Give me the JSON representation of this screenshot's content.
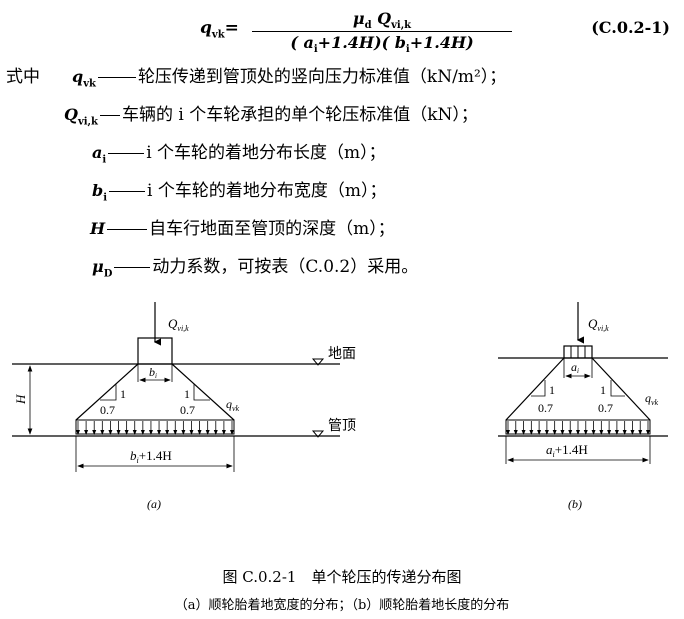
{
  "formula": {
    "lhs": "q",
    "lhs_sub": "vk",
    "equals": "=",
    "numerator": "μ",
    "numerator_sub": "d",
    "numerator2": "Q",
    "numerator2_sub": "vi,k",
    "denominator": "( a",
    "den_sub1": "i",
    "den_mid": "+1.4H)( b",
    "den_sub2": "i",
    "den_end": "+1.4H)",
    "equation_number": "(C.0.2-1)"
  },
  "definitions": {
    "prefix": "式中",
    "items": [
      {
        "symbol": "q",
        "sub": "vk",
        "text": "轮压传递到管顶处的竖向压力标准值（kN/m²）；"
      },
      {
        "symbol": "Q",
        "sub": "vi,k",
        "text": "车辆的 i 个车轮承担的单个轮压标准值（kN）；"
      },
      {
        "symbol": "a",
        "sub": "i",
        "text": "i 个车轮的着地分布长度（m）；"
      },
      {
        "symbol": "b",
        "sub": "i",
        "text": "i 个车轮的着地分布宽度（m）；"
      },
      {
        "symbol": "H",
        "sub": "",
        "text": "自车行地面至管顶的深度（m）；"
      },
      {
        "symbol": "μ",
        "sub": "D",
        "text": "动力系数，可按表（C.0.2）采用。"
      }
    ]
  },
  "figure_a": {
    "load_label": "Q",
    "load_sub": "vi,k",
    "ground_label": "地面",
    "pipe_top_label": "管顶",
    "depth_label": "H",
    "wheel_width_label": "b",
    "wheel_width_sub": "i",
    "slope_1": "1",
    "slope_07": "0.7",
    "pressure_label": "q",
    "pressure_sub": "vk",
    "base_label": "b",
    "base_sub": "i",
    "base_suffix": "+1.4H",
    "panel_label": "(a)"
  },
  "figure_b": {
    "load_label": "Q",
    "load_sub": "vi,k",
    "wheel_length_label": "a",
    "wheel_length_sub": "i",
    "slope_1": "1",
    "slope_07": "0.7",
    "pressure_label": "q",
    "pressure_sub": "vk",
    "base_label": "a",
    "base_sub": "i",
    "base_suffix": "+1.4H",
    "panel_label": "(b)"
  },
  "caption": {
    "title": "图 C.0.2-1　单个轮压的传递分布图",
    "subtitle": "（a）顺轮胎着地宽度的分布；（b）顺轮胎着地长度的分布"
  }
}
